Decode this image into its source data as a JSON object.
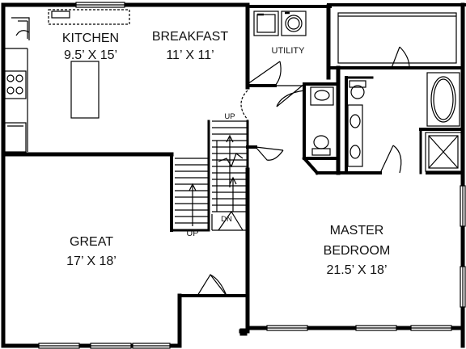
{
  "rooms": {
    "kitchen": {
      "name": "KITCHEN",
      "size": "9.5’ X 15’"
    },
    "breakfast": {
      "name": "BREAKFAST",
      "size": "11’ X 11’"
    },
    "utility": {
      "name": "UTILITY"
    },
    "great": {
      "name": "GREAT",
      "size": "17’ X 18’"
    },
    "master": {
      "name_line1": "MASTER",
      "name_line2": "BEDROOM",
      "size": "21.5’ X 18’"
    }
  },
  "stairs": {
    "up_upper": "UP",
    "up_lower": "UP",
    "down": "DN"
  },
  "colors": {
    "wall": "#000000",
    "line": "#222222",
    "background": "#ffffff"
  }
}
